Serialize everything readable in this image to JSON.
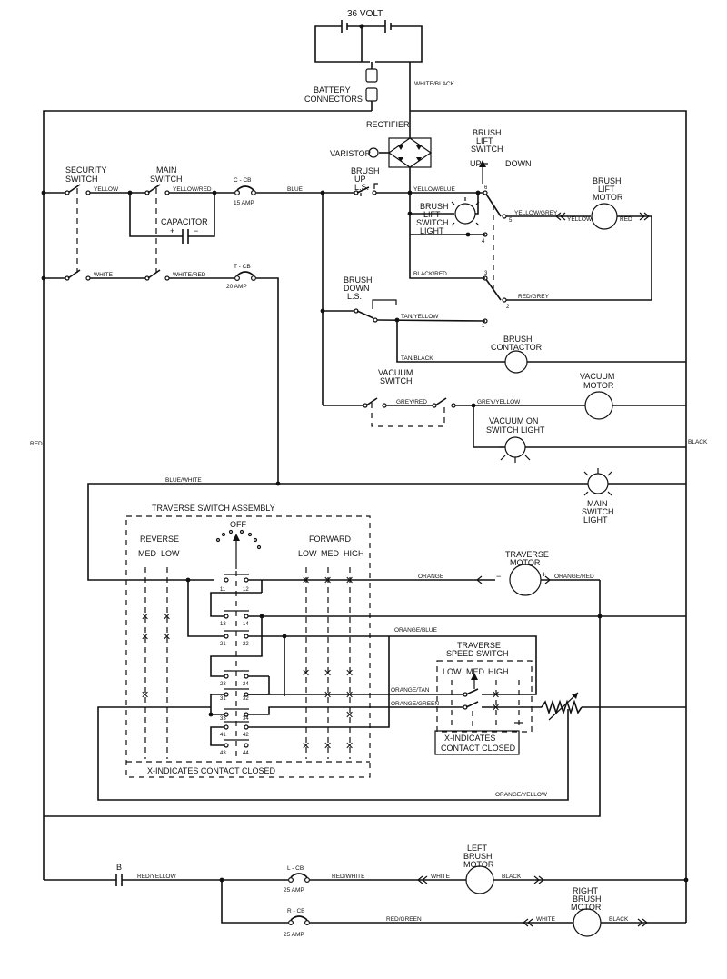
{
  "battery": {
    "voltage": "36 VOLT",
    "connectors_l1": "BATTERY",
    "connectors_l2": "CONNECTORS",
    "lead": "WHITE/BLACK"
  },
  "rectifier": {
    "label": "RECTIFIER",
    "varistor": "VARISTOR"
  },
  "security_switch": {
    "l1": "SECURITY",
    "l2": "SWITCH"
  },
  "main_switch": {
    "l1": "MAIN",
    "l2": "SWITCH"
  },
  "capacitor": {
    "label": "CAPACITOR",
    "plus": "+",
    "minus": "−"
  },
  "breakers": {
    "c": {
      "name": "C - CB",
      "rating": "15 AMP"
    },
    "t": {
      "name": "T - CB",
      "rating": "20 AMP"
    },
    "l": {
      "name": "L - CB",
      "rating": "25 AMP"
    },
    "r": {
      "name": "R - CB",
      "rating": "25 AMP"
    }
  },
  "brush_up_ls": {
    "l1": "BRUSH",
    "l2": "UP",
    "l3": "L.S."
  },
  "brush_down_ls": {
    "l1": "BRUSH",
    "l2": "DOWN",
    "l3": "L.S."
  },
  "brush_lift_switch": {
    "l1": "BRUSH",
    "l2": "LIFT",
    "l3": "SWITCH",
    "up": "UP",
    "down": "DOWN"
  },
  "brush_lift_switch_light": {
    "l1": "BRUSH",
    "l2": "LIFT",
    "l3": "SWITCH",
    "l4": "LIGHT"
  },
  "brush_lift_motor": {
    "l1": "BRUSH",
    "l2": "LIFT",
    "l3": "MOTOR"
  },
  "brush_contactor": {
    "l1": "BRUSH",
    "l2": "CONTACTOR"
  },
  "vacuum_switch": {
    "l1": "VACUUM",
    "l2": "SWITCH"
  },
  "vacuum_motor": {
    "l1": "VACUUM",
    "l2": "MOTOR"
  },
  "vacuum_light": {
    "l1": "VACUUM ON",
    "l2": "SWITCH LIGHT"
  },
  "main_switch_light": {
    "l1": "MAIN",
    "l2": "SWITCH",
    "l3": "LIGHT"
  },
  "traverse_motor": {
    "l1": "TRAVERSE",
    "l2": "MOTOR",
    "minus": "−",
    "plus": "+"
  },
  "traverse_switch_assembly": {
    "title": "TRAVERSE SWITCH ASSEMBLY",
    "off": "OFF",
    "reverse": "REVERSE",
    "forward": "FORWARD",
    "rev_cols": [
      "MED",
      "LOW"
    ],
    "fwd_cols": [
      "LOW",
      "MED",
      "HIGH"
    ],
    "note": "X-INDICATES CONTACT CLOSED",
    "terminals": [
      "11",
      "12",
      "13",
      "14",
      "21",
      "22",
      "23",
      "24",
      "31",
      "32",
      "33",
      "34",
      "41",
      "42",
      "43",
      "44"
    ]
  },
  "traverse_speed_switch": {
    "l1": "TRAVERSE",
    "l2": "SPEED SWITCH",
    "cols": [
      "LOW",
      "MED",
      "HIGH"
    ],
    "note_l1": "X-INDICATES",
    "note_l2": "CONTACT CLOSED"
  },
  "left_brush_motor": {
    "l1": "LEFT",
    "l2": "BRUSH",
    "l3": "MOTOR"
  },
  "right_brush_motor": {
    "l1": "RIGHT",
    "l2": "BRUSH",
    "l3": "MOTOR"
  },
  "lift_switch_terminals": [
    "1",
    "2",
    "3",
    "4",
    "5",
    "6"
  ],
  "battery_b": "B",
  "wires": {
    "yellow": "YELLOW",
    "yellow_red": "YELLOW/RED",
    "blue": "BLUE",
    "white": "WHITE",
    "white_red": "WHITE/RED",
    "yellow_blue": "YELLOW/BLUE",
    "yellow_grey": "YELLOW/GREY",
    "red": "RED",
    "black_red": "BLACK/RED",
    "red_grey": "RED/GREY",
    "tan_yellow": "TAN/YELLOW",
    "tan_black": "TAN/BLACK",
    "grey_red": "GREY/RED",
    "grey_yellow": "GREY/YELLOW",
    "black": "BLACK",
    "blue_white": "BLUE/WHITE",
    "orange": "ORANGE",
    "orange_red": "ORANGE/RED",
    "orange_blue": "ORANGE/BLUE",
    "orange_tan": "ORANGE/TAN",
    "orange_green": "ORANGE/GREEN",
    "orange_yellow": "ORANGE/YELLOW",
    "red_yellow": "RED/YELLOW",
    "red_white": "RED/WHITE",
    "red_green": "RED/GREEN",
    "left_red": "RED"
  }
}
